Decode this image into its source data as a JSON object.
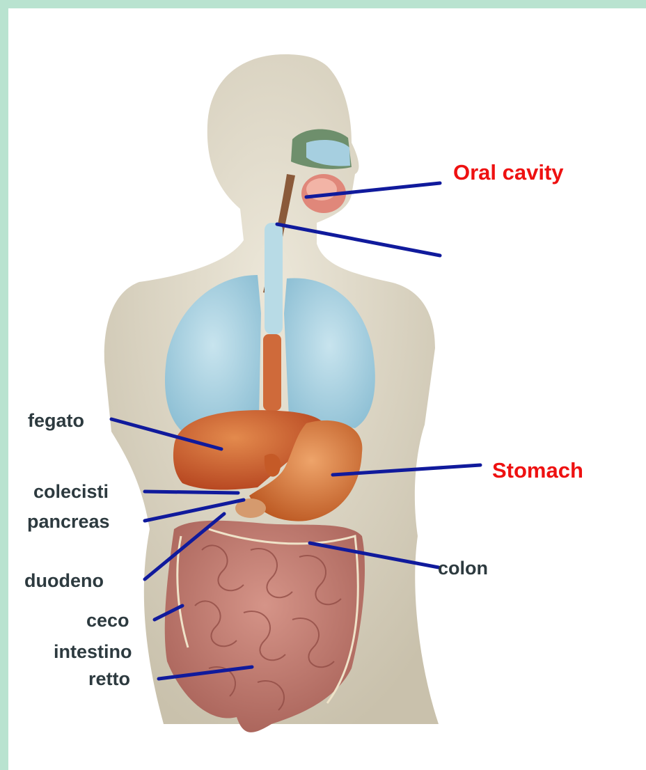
{
  "labels": {
    "oral_cavity": "Oral cavity",
    "stomach": "Stomach",
    "fegato": "fegato",
    "colecisti": "colecisti",
    "pancreas": "pancreas",
    "duodeno": "duodeno",
    "colon": "colon",
    "ceco": "ceco",
    "intestino": "intestino",
    "retto": "retto"
  },
  "colors": {
    "frame": "#b9e3d0",
    "background": "#ffffff",
    "leader_lines": "#101a9c",
    "english_labels": "#ee1111",
    "italian_labels": "#2d3a3f",
    "skin": "#dbd4c2",
    "lungs": "#a9d2e3",
    "liver_stomach": "#c9572a",
    "intestines": "#b76e63"
  }
}
